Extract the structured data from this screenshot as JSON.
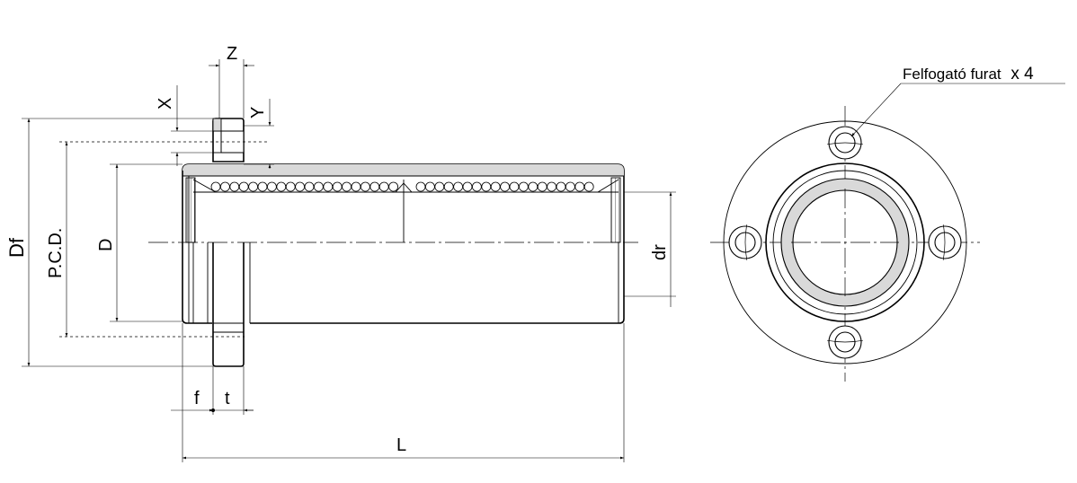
{
  "side_view": {
    "dimension_labels": {
      "z": "Z",
      "x": "X",
      "y": "Y",
      "df": "Df",
      "pcd": "P.C.D.",
      "d": "D",
      "dr": "dr",
      "f": "f",
      "t": "t",
      "l": "L"
    }
  },
  "front_view": {
    "callout": {
      "text": "Felfogató furat",
      "count": "x 4"
    },
    "mounting_hole_count": 4
  }
}
